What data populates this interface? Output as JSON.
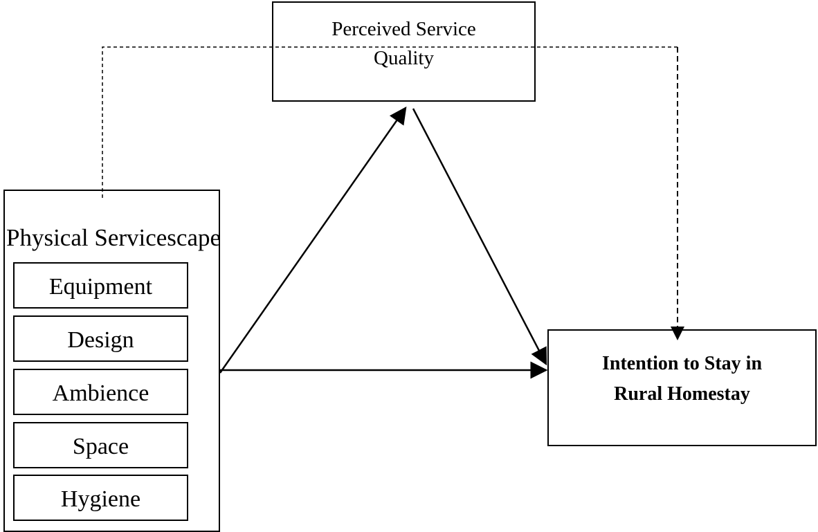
{
  "perceived_service_quality": {
    "line1": "Perceived Service",
    "line2": "Quality"
  },
  "intention": {
    "line1": "Intention to Stay in",
    "line2": "Rural Homestay"
  },
  "physical_servicescape": {
    "title": "Physical Servicescape",
    "dimensions": [
      "Equipment",
      "Design",
      "Ambience",
      "Space",
      "Hygiene"
    ]
  },
  "style": {
    "line_color": "#000000",
    "background": "#ffffff"
  }
}
